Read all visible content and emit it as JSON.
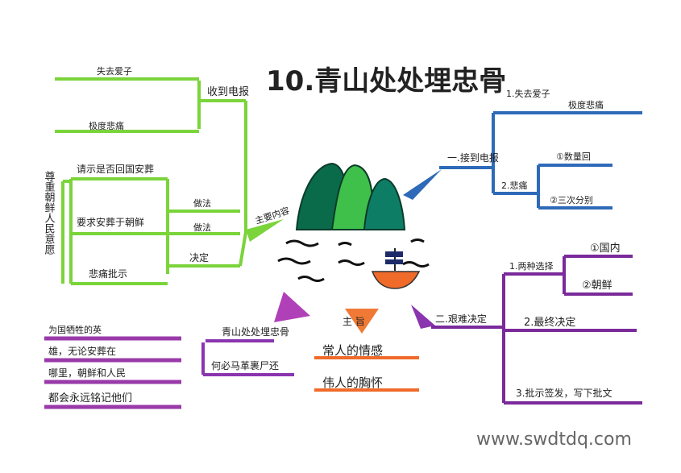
{
  "title": "10.青山处处埋忠骨",
  "watermark": "www.swdtdq.com",
  "left_branch": {
    "center_label": "主要内容",
    "top_group": {
      "label": "收到电报",
      "items": [
        "失去爱子",
        "极度悲痛"
      ]
    },
    "middle_group": {
      "items": [
        "做法",
        "做法",
        "决定"
      ],
      "sub_items": [
        "请示是否回国安葬",
        "要求安葬于朝鲜",
        "悲痛批示"
      ]
    },
    "side_label": "尊重朝鲜人民意愿"
  },
  "right_branch": {
    "top_group": {
      "label": "一.接到电报",
      "sub_a_label": "1.失去爱子",
      "sub_a_item": "极度悲痛",
      "sub_b_label": "2.悲痛",
      "sub_b_items": [
        "①数量回",
        "②三次分别"
      ]
    },
    "bottom_group": {
      "label": "二.艰难决定",
      "items": [
        "1.两种选择",
        "2.最终决定",
        "3.批示签发，写下批文"
      ],
      "sub_items": [
        "①国内",
        "②朝鲜"
      ]
    }
  },
  "bottom_left": {
    "label": "青山处处埋忠骨",
    "sub": "何必马革裹尸还",
    "lines": [
      "为国牺牲的英",
      "雄，无论安葬在",
      "哪里，朝鲜和人民",
      "都会永远铭记他们"
    ]
  },
  "center_bottom": {
    "label": "主 旨",
    "items": [
      "常人的情感",
      "伟人的胸怀"
    ]
  }
}
